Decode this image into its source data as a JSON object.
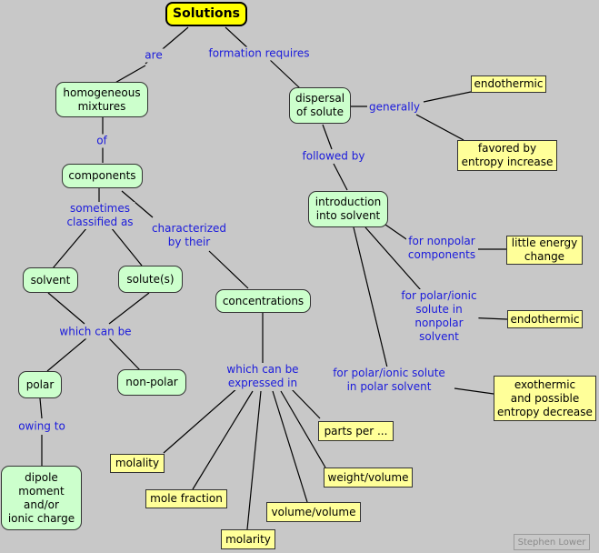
{
  "concepts": {
    "solutions": "Solutions",
    "homogeneous_mixtures": "homogeneous\nmixtures",
    "dispersal_of_solute": "dispersal\nof solute",
    "components": "components",
    "introduction_into_solvent": "introduction\ninto solvent",
    "solvent": "solvent",
    "solutes": "solute(s)",
    "concentrations": "concentrations",
    "polar": "polar",
    "non_polar": "non-polar",
    "dipole_moment": "dipole\nmoment\nand/or\nionic charge"
  },
  "facts": {
    "endothermic_1": "endothermic",
    "favored_by_entropy": "favored by\nentropy increase",
    "little_energy_change": "little energy\nchange",
    "endothermic_2": "endothermic",
    "exothermic": "exothermic\nand possible\nentropy decrease",
    "parts_per": "parts per ...",
    "molality": "molality",
    "weight_volume": "weight/volume",
    "mole_fraction": "mole fraction",
    "volume_volume": "volume/volume",
    "molarity": "molarity"
  },
  "links": {
    "are": "are",
    "formation_requires": "formation requires",
    "of": "of",
    "generally": "generally",
    "followed_by": "followed by",
    "sometimes_classified_as": "sometimes\nclassified as",
    "characterized_by_their": "characterized\nby their",
    "for_nonpolar_components": "for nonpolar\ncomponents",
    "for_polar_ionic_nonpolar": "for polar/ionic\nsolute in\nnonpolar\nsolvent",
    "which_can_be": "which can be",
    "which_can_be_expressed_in": "which can be\nexpressed in",
    "for_polar_ionic_polar": "for polar/ionic solute\nin polar solvent",
    "owing_to": "owing to"
  },
  "credit": "Stephen Lower"
}
